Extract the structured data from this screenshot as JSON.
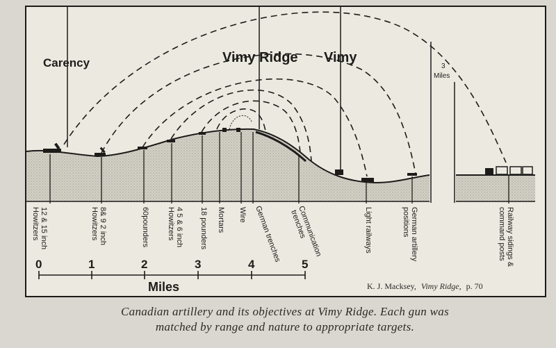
{
  "places": {
    "carency": "Carency",
    "vimy_ridge": "Vimy Ridge",
    "vimy": "Vimy",
    "break_distance": "3",
    "break_unit": "Miles"
  },
  "positions": [
    "12 & 15 inch",
    "Howitzers",
    "8& 9 2 inch",
    "Howitzers",
    "60pounders",
    "4 5 & 6 inch",
    "Howitzers",
    "18 pounders",
    "Mortars",
    "Wire",
    "German trenches",
    "Communication",
    "trenches",
    "Light railways",
    "German artillery",
    "positions",
    "Railway sidings &",
    "command posts"
  ],
  "scale": {
    "ticks": [
      "0",
      "1",
      "2",
      "3",
      "4",
      "5"
    ],
    "title": "Miles"
  },
  "credit": {
    "author": "K. J. Macksey,",
    "work": "Vimy Ridge,",
    "page": "p. 70"
  },
  "caption": {
    "line1": "Canadian artillery and its objectives at Vimy Ridge. Each gun was",
    "line2": "matched by range and nature to appropriate targets."
  },
  "colors": {
    "ink": "#1d1c1a",
    "paper": "#ece9e0",
    "ground_fill": "#c9c6bc",
    "page_background": "#d9d7cf"
  }
}
